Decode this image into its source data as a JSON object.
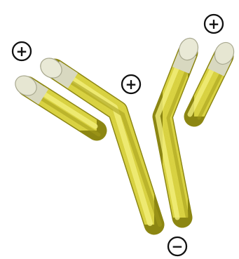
{
  "colors": {
    "body_light": "#f3ef7c",
    "body_mid": "#ddd643",
    "body_dark": "#a49d19",
    "body_outline": "#8c8612",
    "tip_light": "#f1f1e2",
    "tip_mid": "#d8d8c0",
    "tip_dark": "#a9a990",
    "charge_ring": "#111111",
    "charge_fill": "#ffffff"
  },
  "charges": [
    {
      "id": "top-left",
      "symbol": "+"
    },
    {
      "id": "center",
      "symbol": "+"
    },
    {
      "id": "top-right",
      "symbol": "+"
    },
    {
      "id": "bottom",
      "symbol": "−"
    }
  ]
}
